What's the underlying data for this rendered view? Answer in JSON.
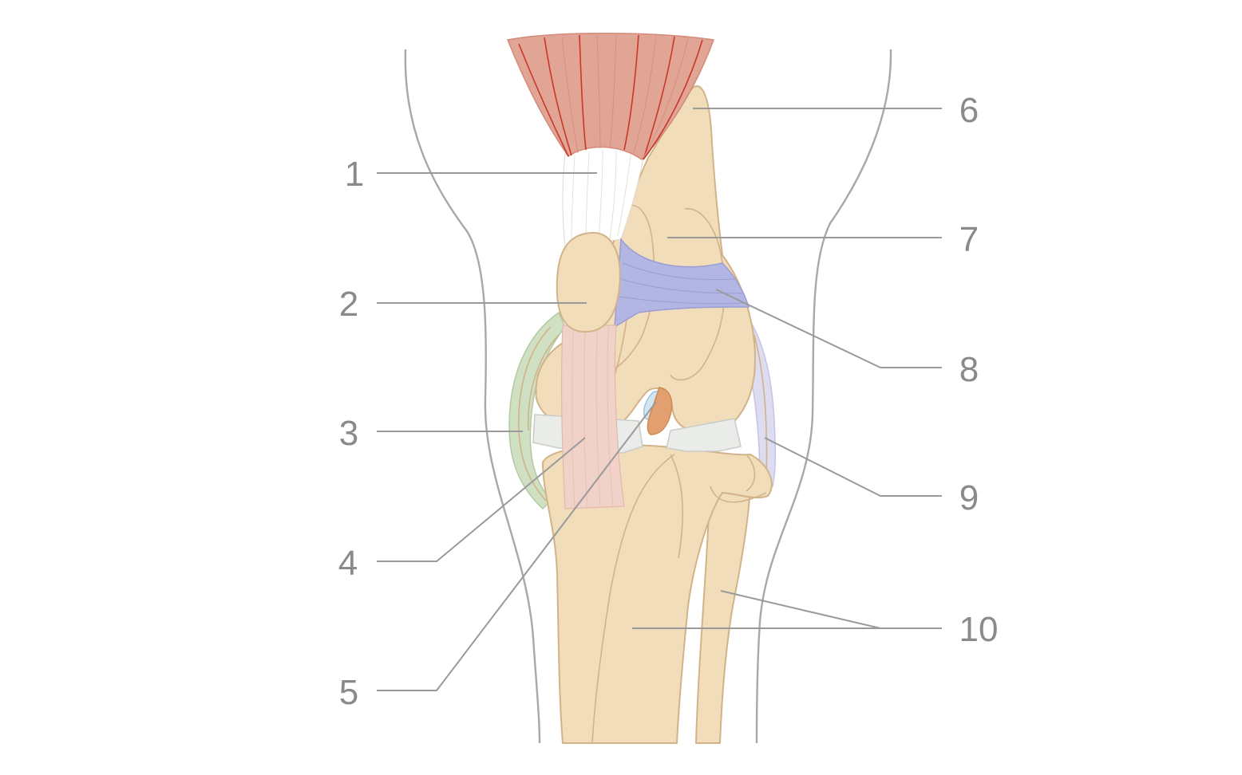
{
  "diagram": {
    "title": "",
    "labels": [
      "1",
      "2",
      "3",
      "4",
      "5",
      "6",
      "7",
      "8",
      "9",
      "10"
    ]
  },
  "colors": {
    "bone": "#f2ddbb",
    "bone_outline": "#d2b389",
    "muscle": "#e0a594",
    "muscle_fiber": "#c9372c",
    "tendon": "#ffffff",
    "patellar_ligament": "#f0d2c8",
    "medial_ligament": "#cfe0c3",
    "meniscus": "#e9ece8",
    "cruciate_ligament": "#e2a070",
    "femoropatellar_ligament": "#b3b5e2",
    "lateral_ligament": "#dedcf1",
    "leg_outline": "#a8a8a8",
    "leader_line": "#9a9a9a",
    "label_text": "#8a8a8a"
  }
}
